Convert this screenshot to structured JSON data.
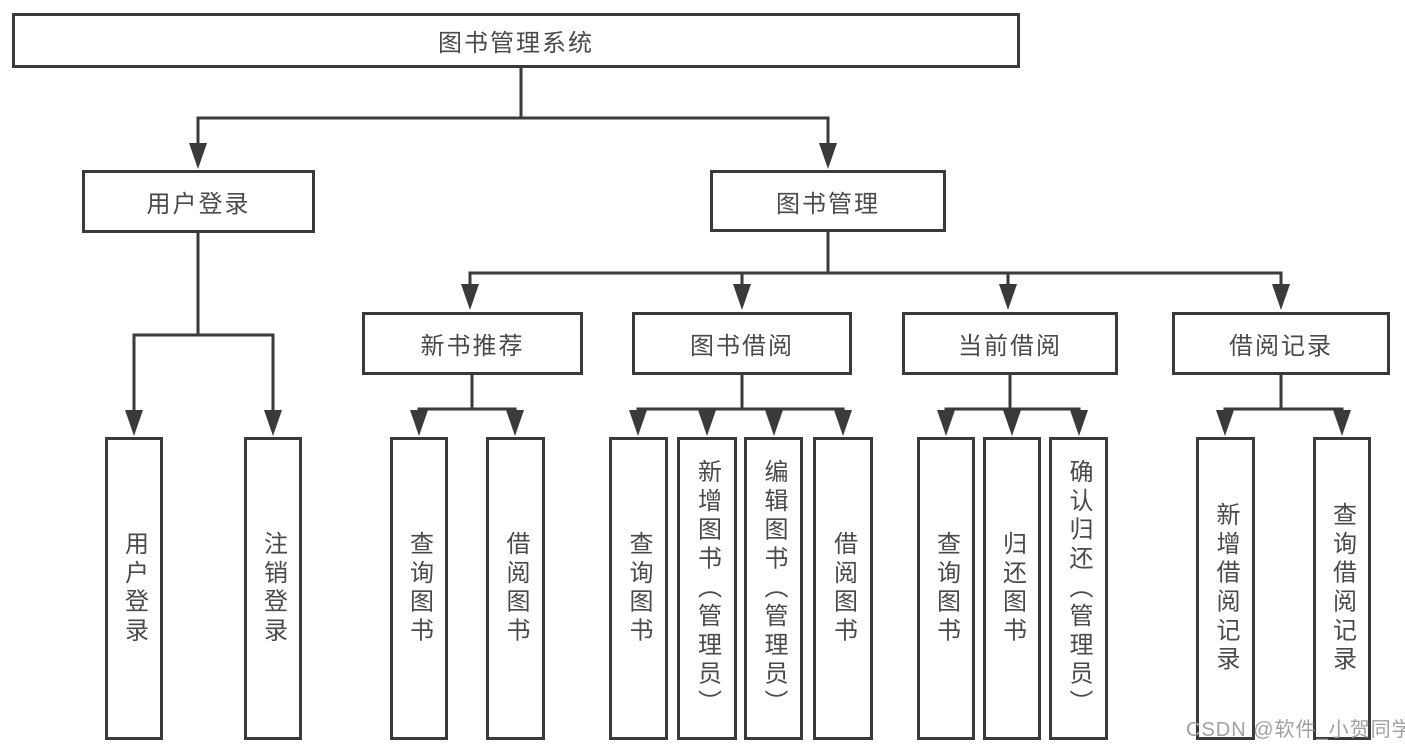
{
  "diagram": {
    "title": "图书管理系统",
    "root": {
      "label": "图书管理系统"
    },
    "branches": [
      {
        "label": "用户登录",
        "children": [
          {
            "label": "用户登录"
          },
          {
            "label": "注销登录"
          }
        ]
      },
      {
        "label": "图书管理",
        "children": [
          {
            "label": "新书推荐",
            "children": [
              {
                "label": "查询图书"
              },
              {
                "label": "借阅图书"
              }
            ]
          },
          {
            "label": "图书借阅",
            "children": [
              {
                "label": "查询图书"
              },
              {
                "label": "新增图书（管理员）"
              },
              {
                "label": "编辑图书（管理员）"
              },
              {
                "label": "借阅图书"
              }
            ]
          },
          {
            "label": "当前借阅",
            "children": [
              {
                "label": "查询图书"
              },
              {
                "label": "归还图书"
              },
              {
                "label": "确认归还（管理员）"
              }
            ]
          },
          {
            "label": "借阅记录",
            "children": [
              {
                "label": "新增借阅记录"
              },
              {
                "label": "查询借阅记录"
              }
            ]
          }
        ]
      }
    ]
  },
  "watermark": {
    "text": "CSDN @软件_小贺同学"
  },
  "colors": {
    "line": "#3a3a3a",
    "text": "#4a4a4a",
    "watermark": "#a0a0a0",
    "background": "#ffffff"
  }
}
